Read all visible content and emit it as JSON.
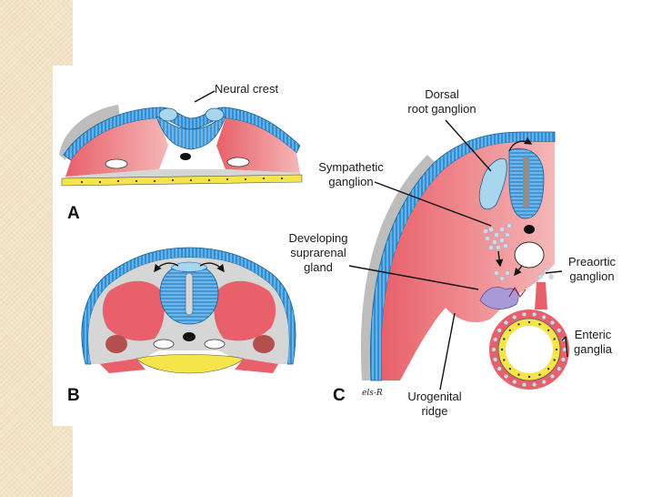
{
  "labels": {
    "neural_crest": "Neural crest",
    "dorsal_root_ganglion": [
      "Dorsal",
      "root ganglion"
    ],
    "sympathetic_ganglion": [
      "Sympathetic",
      "ganglion"
    ],
    "developing_suprarenal_gland": [
      "Developing",
      "suprarenal",
      "gland"
    ],
    "preaortic_ganglion": [
      "Preaortic",
      "ganglion"
    ],
    "enteric_ganglia": [
      "Enteric",
      "ganglia"
    ],
    "urogenital_ridge": [
      "Urogenital",
      "ridge"
    ]
  },
  "panels": {
    "a": "A",
    "b": "B",
    "c": "C"
  },
  "signature": "els-R",
  "colors": {
    "ectoderm": "#2f8fd6",
    "neural_tube": "#3f97d8",
    "neural_crest": "#a8d6ee",
    "mesoderm": "#e8606a",
    "mesoderm_light": "#f4b7b7",
    "mesenchyme": "#d6d6d6",
    "endoderm": "#f5e44a",
    "notochord": "#111111"
  }
}
